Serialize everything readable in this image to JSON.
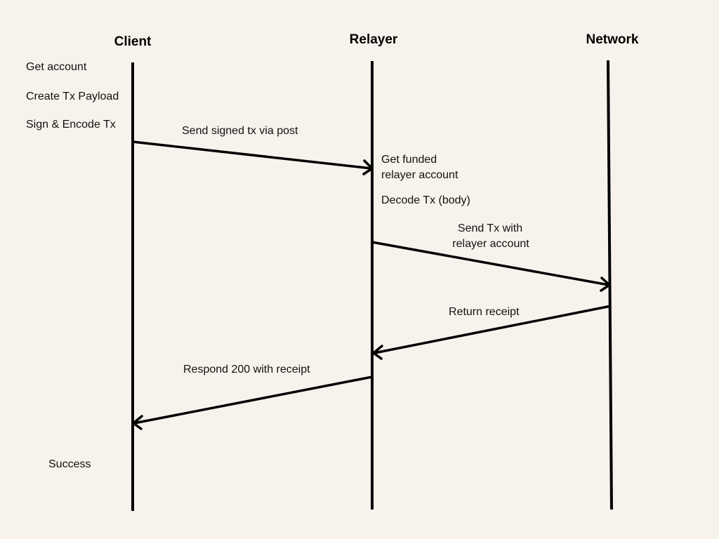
{
  "participants": {
    "client": "Client",
    "relayer": "Relayer",
    "network": "Network"
  },
  "client_steps": {
    "get_account": "Get account",
    "create_payload": "Create Tx Payload",
    "sign_encode": "Sign & Encode Tx",
    "success": "Success"
  },
  "relayer_steps": {
    "get_funded_1": "Get funded",
    "get_funded_2": "relayer account",
    "decode": "Decode Tx (body)"
  },
  "messages": {
    "send_signed": "Send signed tx via post",
    "send_tx_1": "Send Tx with",
    "send_tx_2": "relayer account",
    "return_receipt": "Return receipt",
    "respond": "Respond 200 with receipt"
  },
  "colors": {
    "background": "#f7f3ec",
    "line": "#000000",
    "text": "#111111"
  }
}
